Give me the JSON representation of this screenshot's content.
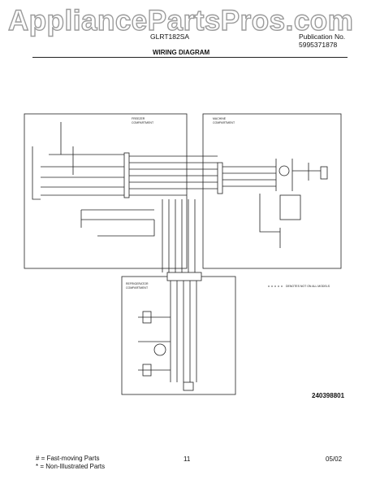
{
  "watermark": "AppliancePartsPros.com",
  "header": {
    "model": "GLRT182SA",
    "publication_label": "Publication No.",
    "publication_number": "5995371878",
    "title": "WIRING DIAGRAM"
  },
  "diagram": {
    "freezer_label": [
      "FREEZER",
      "COMPARTMENT"
    ],
    "machine_label": [
      "MACHINE",
      "COMPARTMENT"
    ],
    "refrigerator_label": [
      "REFRIGERATOR",
      "COMPARTMENT"
    ],
    "note": "DENOTES NOT ON ALL MODELS",
    "doc_number": "240398801"
  },
  "footer": {
    "fast_moving": "# = Fast-moving Parts",
    "non_illustrated": "* = Non-Illustrated Parts",
    "page": "11",
    "date": "05/02"
  }
}
